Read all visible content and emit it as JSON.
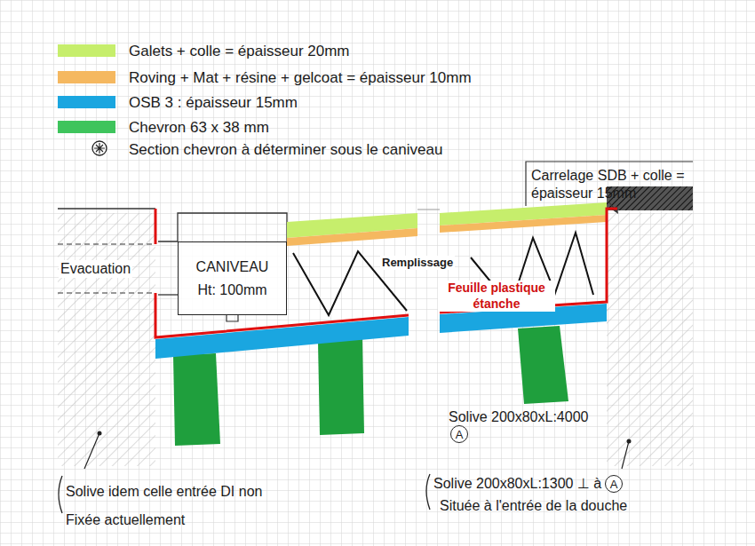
{
  "diagram": {
    "nodes": [
      {
        "text": [
          "CANIVEAU Ht: 100mm"
        ]
      },
      {
        "text": [
          "A"
        ]
      },
      {
        "text": [
          "A"
        ]
      }
    ],
    "labels": [
      "Carrelage SDB + colle = épaisseur 15mm",
      "Evacuation",
      "Remplissage",
      "Feuille plastique étanche",
      "Solive 200x80xL:4000",
      "Solive idem celle entrée DI non Fixée actuellement",
      "Solive 200x80xL:1300 ⊥ à",
      "Située à l'entrée de la douche"
    ],
    "legend": [
      {
        "text": "Galets + colle = épaisseur 20mm",
        "color": "#c6ee6c"
      },
      {
        "text": "Roving + Mat + résine + gelcoat = épaisseur 10mm",
        "color": "#f5b860"
      },
      {
        "text": "OSB 3 : épaisseur 15mm",
        "color": "#1aa6e0"
      },
      {
        "text": "Chevron 63 x 38 mm",
        "color": "#3ec45c"
      },
      {
        "text": "Section chevron à déterminer sous le caniveau"
      }
    ]
  }
}
